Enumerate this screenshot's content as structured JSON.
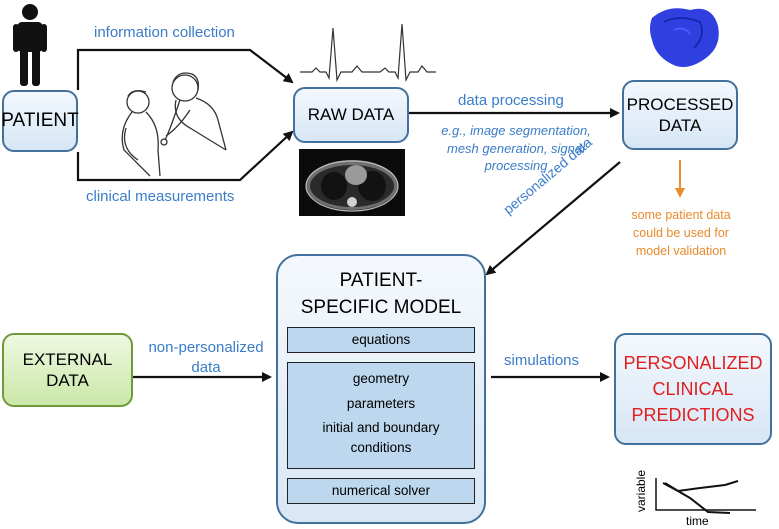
{
  "nodes": {
    "patient": "PATIENT",
    "raw_data": "RAW DATA",
    "processed_data_line1": "PROCESSED",
    "processed_data_line2": "DATA",
    "model_title_line1": "PATIENT-",
    "model_title_line2": "SPECIFIC MODEL",
    "external_data_line1": "EXTERNAL",
    "external_data_line2": "DATA",
    "predictions_line1": "PERSONALIZED",
    "predictions_line2": "CLINICAL",
    "predictions_line3": "PREDICTIONS"
  },
  "model_components": {
    "equations": "equations",
    "geometry": "geometry",
    "parameters": "parameters",
    "initial_boundary_line1": "initial and boundary",
    "initial_boundary_line2": "conditions",
    "numerical_solver": "numerical solver"
  },
  "edges": {
    "information_collection": "information collection",
    "clinical_measurements": "clinical measurements",
    "data_processing": "data processing",
    "processing_examples_line1": "e.g., image segmentation,",
    "processing_examples_line2": "mesh generation, signal",
    "processing_examples_line3": "processing",
    "personalized_data": "personalized data",
    "non_personalized_line1": "non-personalized",
    "non_personalized_line2": "data",
    "simulations": "simulations",
    "validation_line1": "some patient data",
    "validation_line2": "could be used for",
    "validation_line3": "model validation"
  },
  "mini_plot": {
    "ylabel": "variable",
    "xlabel": "time"
  },
  "colors": {
    "box_border": "#41719c",
    "box_fill": "#ddebf7",
    "external_fill": "#d6efb8",
    "external_border": "#6f9a3a",
    "blue_text": "#3a7cc8",
    "orange": "#e98a2c",
    "red_text": "#e02020"
  },
  "icons": [
    "person-icon",
    "ecg-waveform-icon",
    "doctor-examining-patient-illustration",
    "ct-scan-image",
    "heart-mesh-icon"
  ]
}
